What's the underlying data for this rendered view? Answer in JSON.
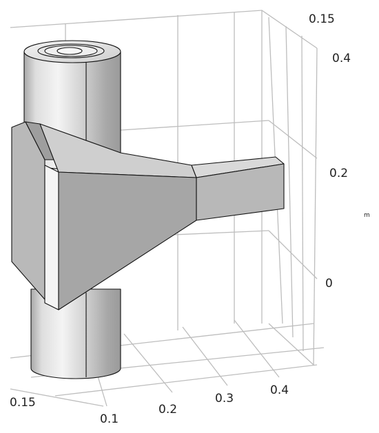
{
  "axes": {
    "y_top_ticks": [
      "0.15"
    ],
    "z_ticks": [
      "0.4",
      "0.2",
      "0"
    ],
    "z_unit": "m",
    "x_ticks": [
      "0.15",
      "0.1",
      "0.2",
      "0.3",
      "0.4"
    ]
  },
  "colors": {
    "background": "#ffffff",
    "grid": "#bdbdbd",
    "edge": "#111111",
    "face_light": "#e8e8e8",
    "face_mid": "#bcbcbc",
    "face_dark": "#9e9e9e"
  }
}
